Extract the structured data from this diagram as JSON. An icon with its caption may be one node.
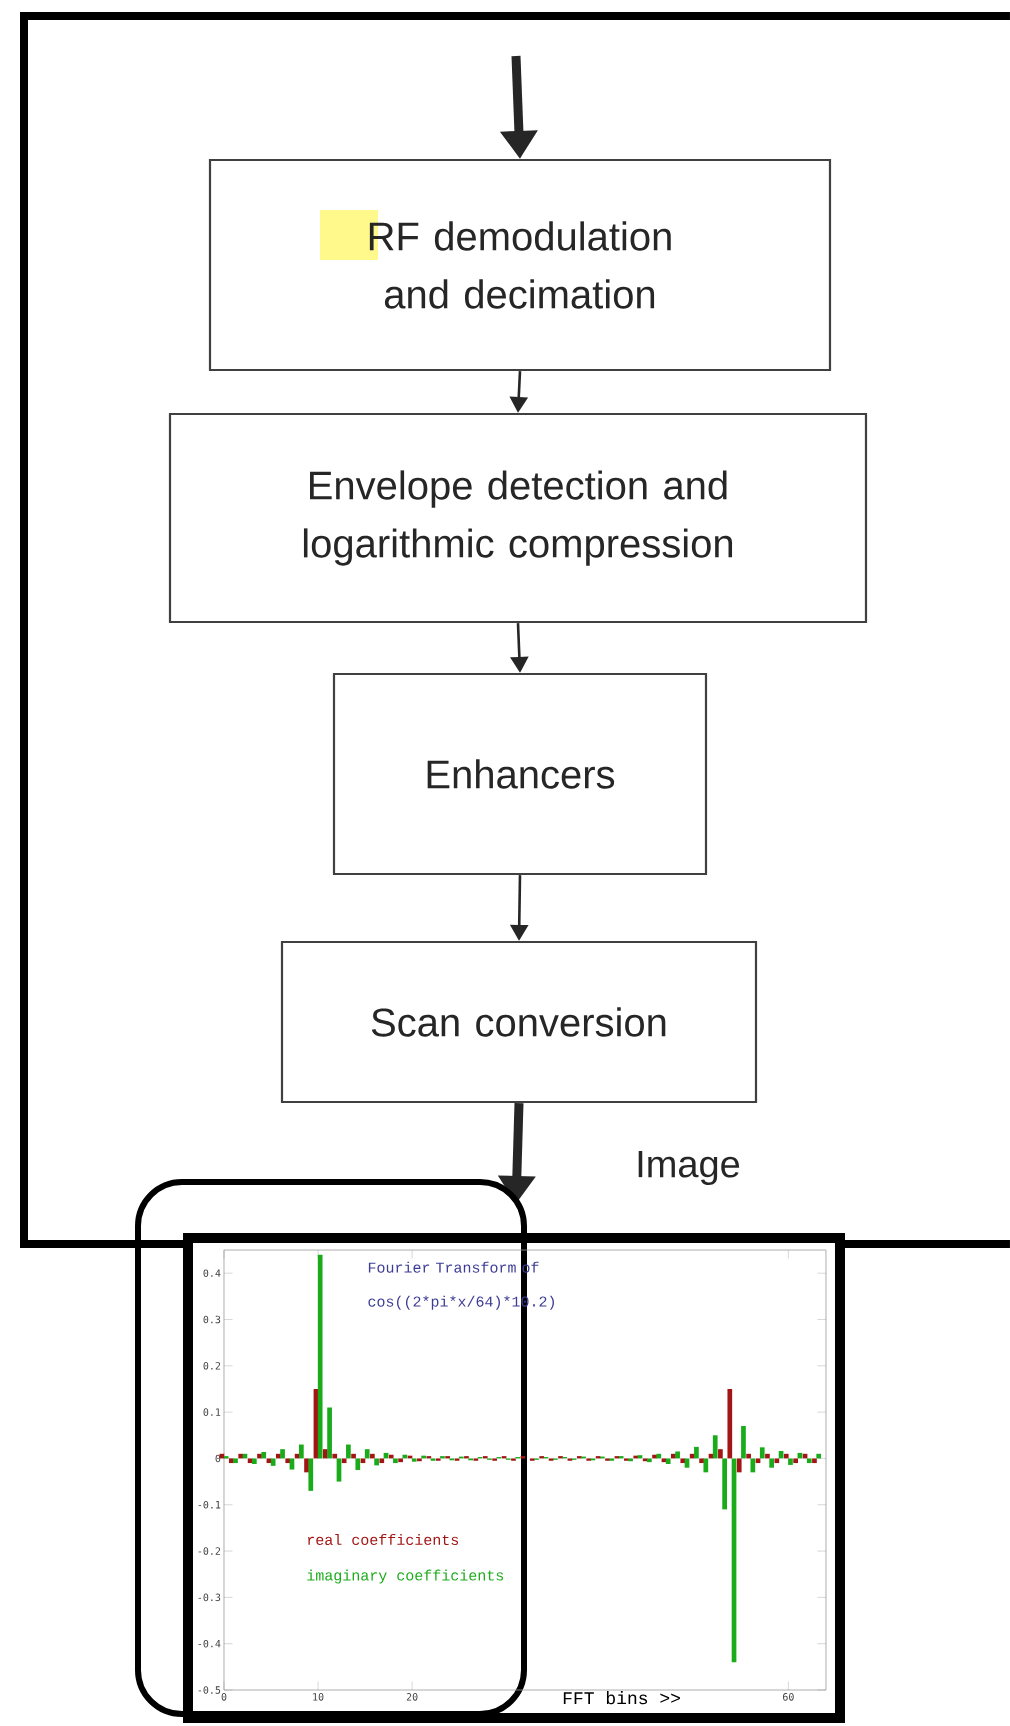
{
  "diagram": {
    "nodes": [
      {
        "text": [
          "RF demodulation and decimation"
        ]
      },
      {
        "text": [
          "Envelope detection and logarithmic compression"
        ]
      },
      {
        "text": [
          "Enhancers"
        ]
      },
      {
        "text": [
          "Scan conversion"
        ]
      }
    ],
    "edges": [
      {
        "from": null,
        "to": 0,
        "arrow": "to",
        "style": "thick"
      },
      {
        "from": 0,
        "to": 1,
        "arrow": "to"
      },
      {
        "from": 1,
        "to": 2,
        "arrow": "to"
      },
      {
        "from": 2,
        "to": 3,
        "arrow": "to"
      },
      {
        "from": 3,
        "to": null,
        "arrow": "to",
        "style": "thick",
        "label": "Image"
      }
    ],
    "chart_data": {
      "type": "bar",
      "title": "Fourier Transform of cos((2*pi*x/64)*10.2)",
      "xlabel": "FFT bins >>",
      "x": [
        0,
        1,
        2,
        3,
        4,
        5,
        6,
        7,
        8,
        9,
        10,
        11,
        12,
        13,
        14,
        15,
        16,
        17,
        18,
        19,
        20,
        21,
        22,
        23,
        24,
        25,
        26,
        27,
        28,
        29,
        30,
        31,
        32,
        33,
        34,
        35,
        36,
        37,
        38,
        39,
        40,
        41,
        42,
        43,
        44,
        45,
        46,
        47,
        48,
        49,
        50,
        51,
        52,
        53,
        54,
        55,
        56,
        57,
        58,
        59,
        60,
        61,
        62,
        63
      ],
      "xlim": [
        0,
        64
      ],
      "ylim": [
        -0.5,
        0.45
      ],
      "xticks": [
        0,
        10,
        20,
        60
      ],
      "yticks": [
        -0.5,
        -0.4,
        -0.3,
        -0.2,
        -0.1,
        0,
        0.1,
        0.2,
        0.3,
        0.4
      ],
      "series": [
        {
          "name": "real coefficients",
          "color": "#a31515",
          "values": [
            0.01,
            -0.01,
            0.01,
            -0.01,
            0.01,
            -0.01,
            0.01,
            -0.01,
            0.01,
            -0.03,
            0.15,
            0.02,
            0.01,
            -0.01,
            0.01,
            -0.01,
            0.01,
            -0.01,
            0.008,
            -0.008,
            0.006,
            -0.006,
            0.005,
            -0.005,
            0.005,
            -0.005,
            0.005,
            -0.005,
            0.005,
            -0.005,
            0.005,
            -0.005,
            0.005,
            -0.005,
            0.005,
            -0.005,
            0.005,
            -0.005,
            0.005,
            -0.005,
            0.005,
            -0.005,
            0.005,
            -0.005,
            0.006,
            -0.006,
            0.008,
            -0.008,
            0.01,
            -0.01,
            0.01,
            -0.01,
            0.01,
            0.02,
            0.15,
            -0.03,
            0.01,
            -0.01,
            0.01,
            -0.01,
            0.01,
            -0.01,
            0.01,
            -0.01
          ]
        },
        {
          "name": "imaginary coefficients",
          "color": "#1aab1a",
          "values": [
            0.005,
            -0.01,
            0.01,
            -0.012,
            0.014,
            -0.016,
            0.02,
            -0.024,
            0.03,
            -0.07,
            0.44,
            0.11,
            -0.05,
            0.03,
            -0.025,
            0.02,
            -0.015,
            0.012,
            -0.01,
            0.008,
            -0.007,
            0.006,
            -0.005,
            0.005,
            -0.004,
            0.004,
            -0.004,
            0.003,
            -0.003,
            0.003,
            -0.003,
            0.003,
            0,
            -0.003,
            0.003,
            -0.003,
            0.003,
            -0.003,
            0.004,
            -0.004,
            0.004,
            -0.005,
            0.005,
            -0.006,
            0.007,
            -0.008,
            0.01,
            -0.012,
            0.015,
            -0.02,
            0.025,
            -0.03,
            0.05,
            -0.11,
            -0.44,
            0.07,
            -0.03,
            0.024,
            -0.02,
            0.016,
            -0.014,
            0.012,
            -0.01,
            0.01
          ]
        }
      ]
    }
  }
}
